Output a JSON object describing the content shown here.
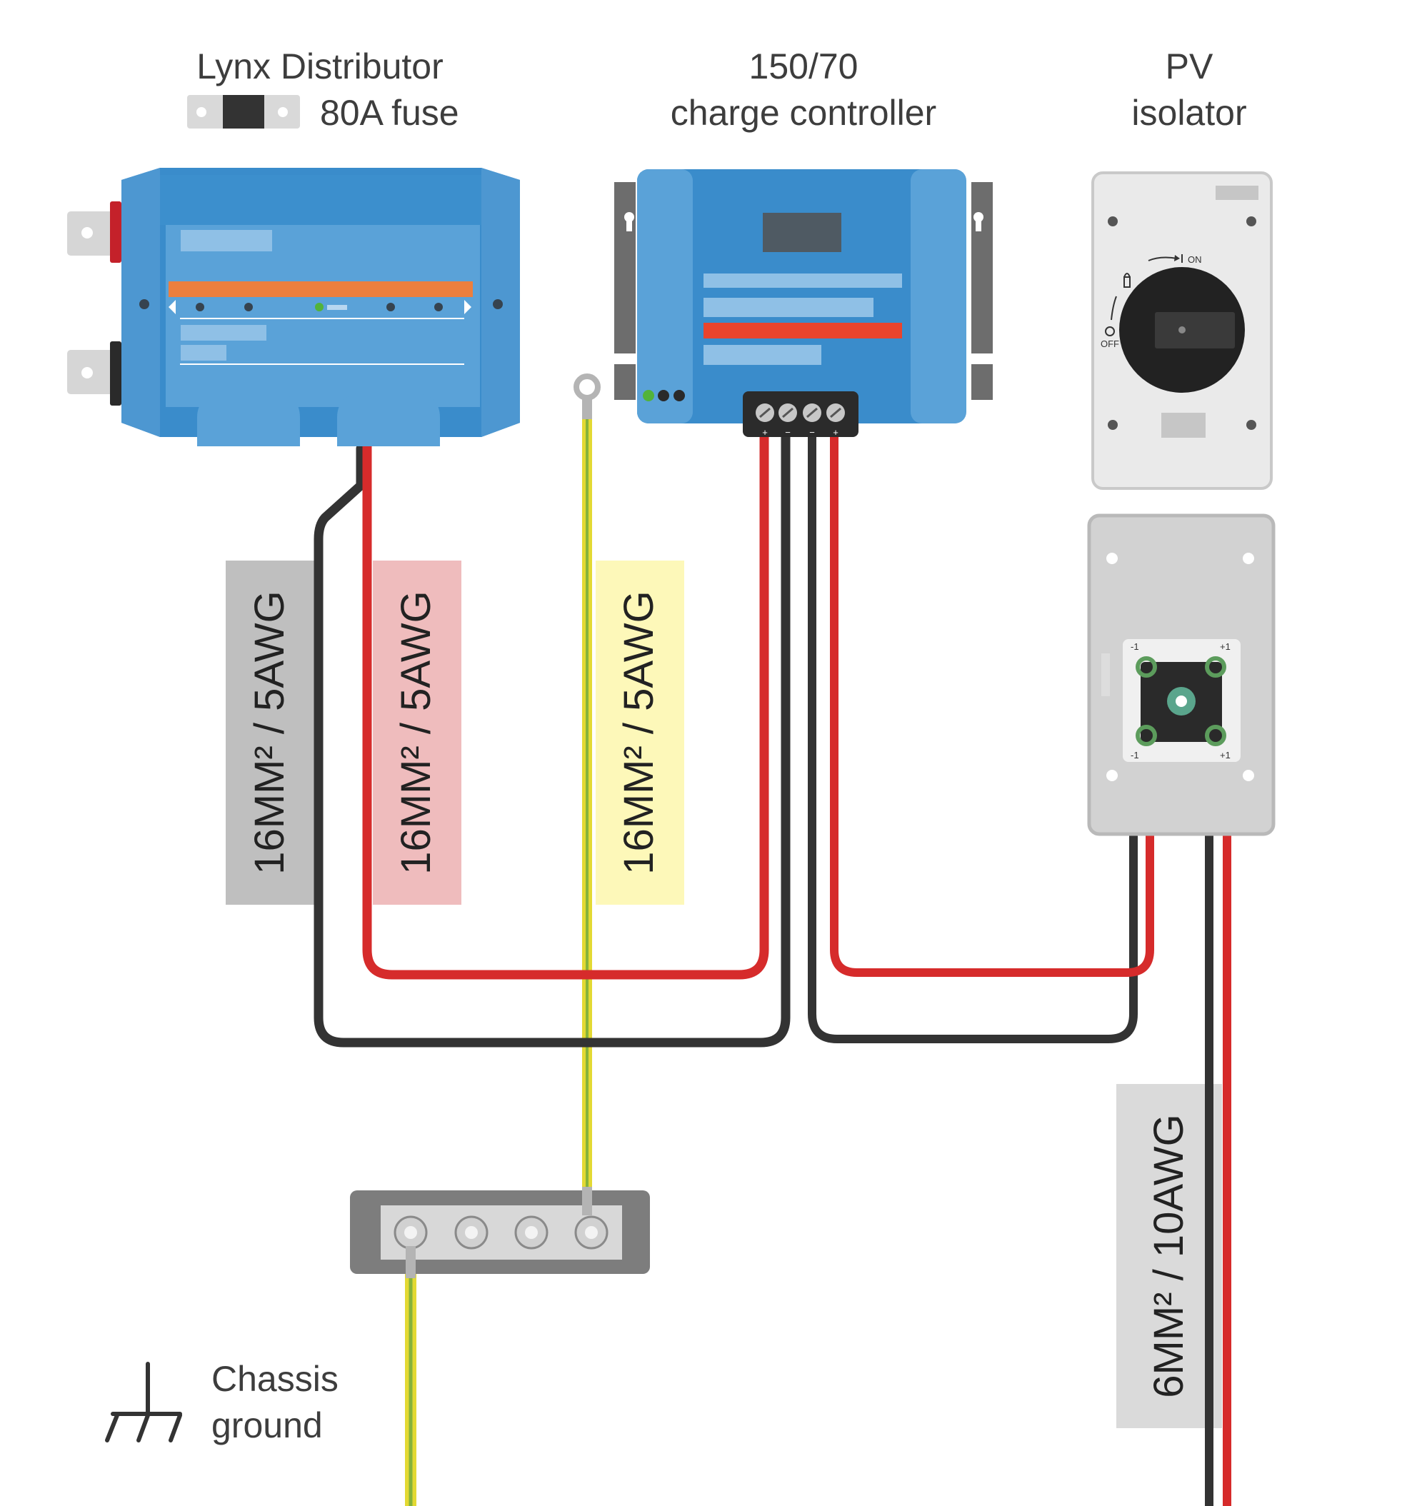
{
  "labels": {
    "lynx_title": "Lynx Distributor",
    "fuse_label": "80A fuse",
    "controller_line1": "150/70",
    "controller_line2": "charge controller",
    "pv_line1": "PV",
    "pv_line2": "isolator",
    "chassis_line1": "Chassis",
    "chassis_line2": "ground",
    "isolator_on": "ON",
    "isolator_off": "OFF",
    "terminal_neg": "-1",
    "terminal_pos": "+1",
    "cc_terms": [
      "+",
      "−",
      "−",
      "+"
    ]
  },
  "cables": [
    {
      "label": "16MM² / 5AWG",
      "bg": "#bfbfbf"
    },
    {
      "label": "16MM² / 5AWG",
      "bg": "#efbcbd"
    },
    {
      "label": "16MM² / 5AWG",
      "bg": "#fdf8b9"
    },
    {
      "label": "6MM² / 10AWG",
      "bg": "#dadada"
    }
  ],
  "colors": {
    "wire_red": "#d62b2b",
    "wire_black": "#333333",
    "wire_earth_yellow": "#e3d933",
    "wire_earth_green": "#86b33c",
    "victron_blue": "#3a8ccb",
    "victron_light_blue": "#5aa2d8",
    "orange_strip": "#ec7f3e",
    "red_strip": "#e9442d"
  }
}
